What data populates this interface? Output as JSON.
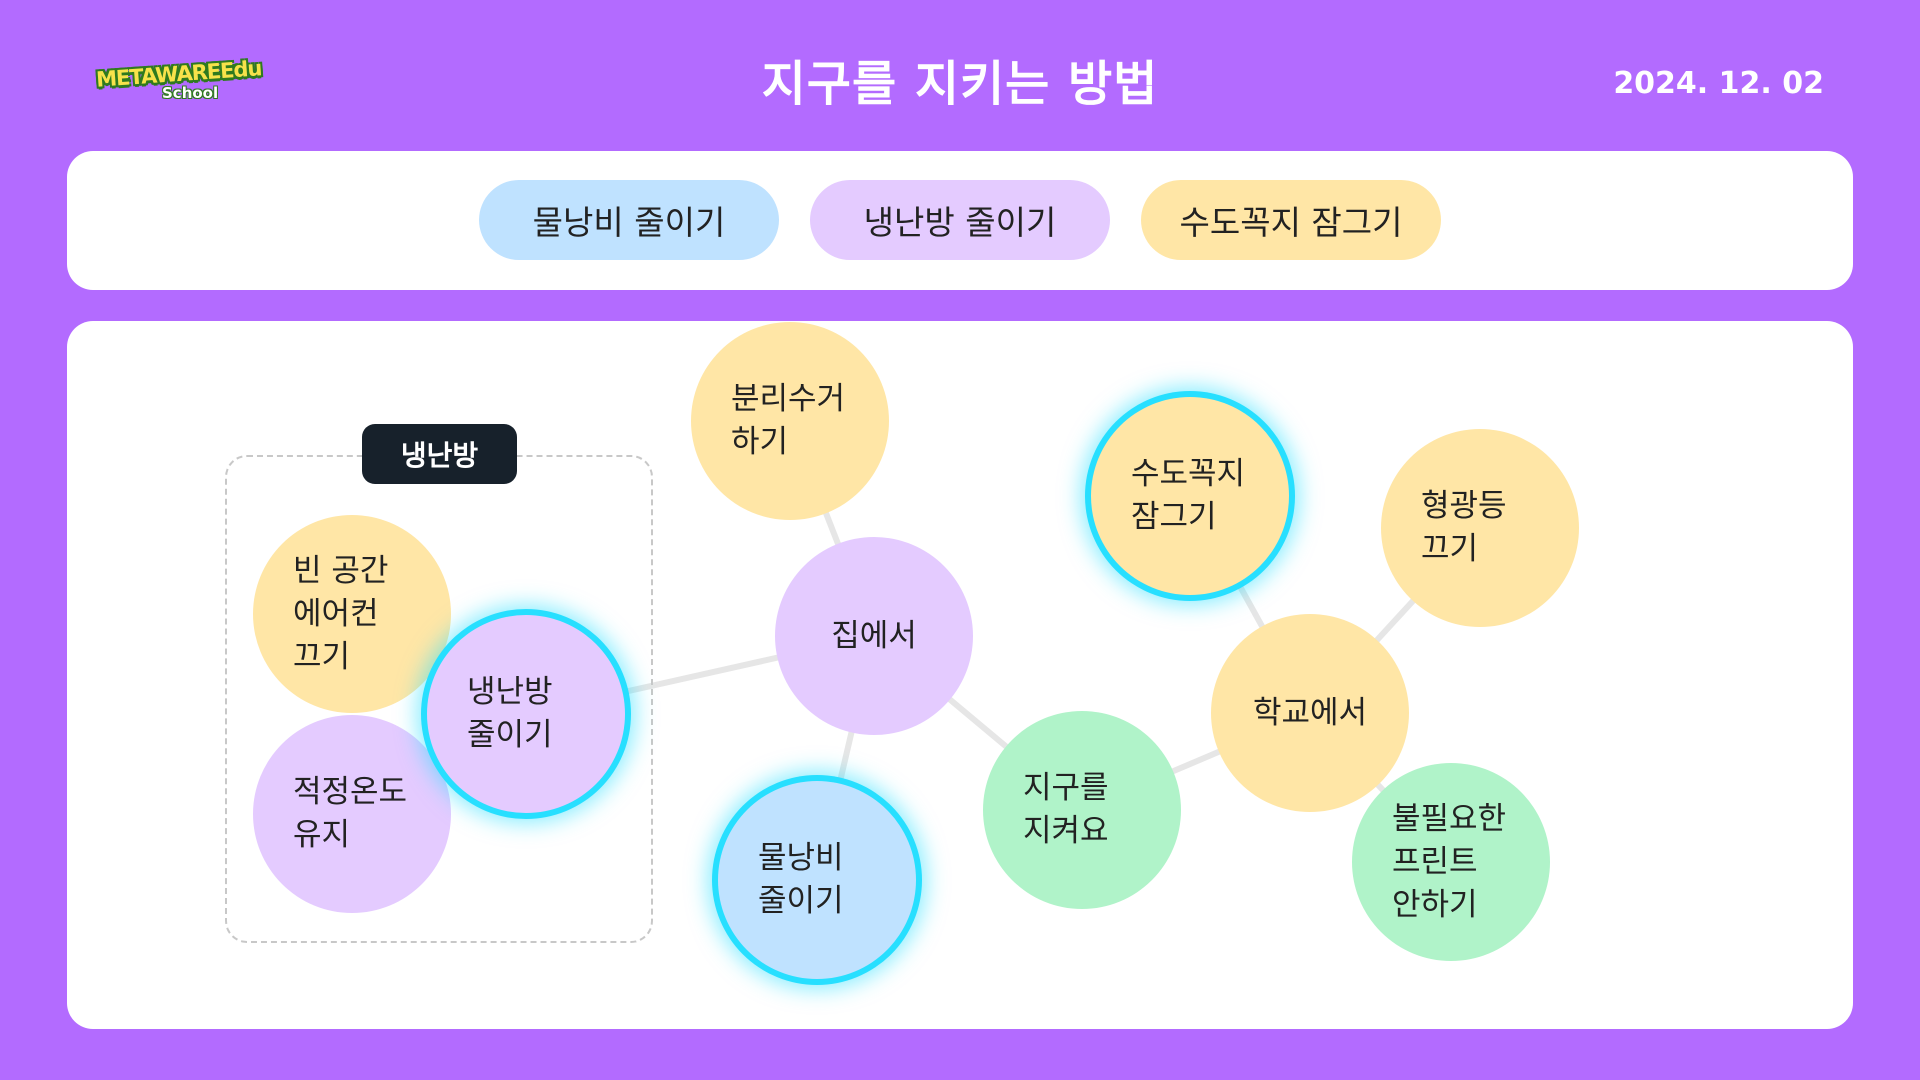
{
  "header": {
    "logo_text": "METAWAREEdu",
    "logo_sub": "School",
    "title": "지구를 지키는 방법",
    "date": "2024. 12. 02"
  },
  "chips": [
    {
      "label": "물낭비 줄이기",
      "color": "#bfe2ff"
    },
    {
      "label": "냉난방 줄이기",
      "color": "#e4cbff"
    },
    {
      "label": "수도꼭지 잠그기",
      "color": "#ffe6a6"
    }
  ],
  "group": {
    "label": "냉난방"
  },
  "nodes": {
    "recycle": "분리수거\n하기",
    "empty_ac": "빈 공간\n에어컨\n끄기",
    "reduce_hvac": "냉난방\n줄이기",
    "proper_temp": "적정온도\n유지",
    "at_home": "집에서",
    "reduce_water": "물낭비\n줄이기",
    "protect_earth": "지구를\n지켜요",
    "faucet": "수도꼭지\n잠그기",
    "at_school": "학교에서",
    "fluorescent": "형광등\n끄기",
    "no_print": "불필요한\n프린트\n안하기"
  },
  "colors": {
    "background": "#b36bff",
    "yellow": "#ffe6a6",
    "purple": "#e4cbff",
    "blue": "#bfe2ff",
    "green": "#b0f3c9",
    "highlight": "#27dfff"
  }
}
